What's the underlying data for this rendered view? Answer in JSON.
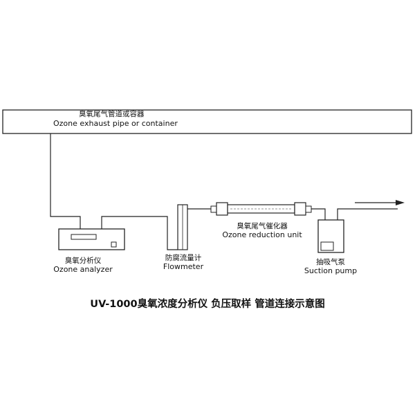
{
  "container": {
    "label_cn": "臭氧尾气管道或容器",
    "label_en": "Ozone exhaust pipe or container"
  },
  "analyzer": {
    "label_cn": "臭氧分析仪",
    "label_en": "Ozone analyzer"
  },
  "flowmeter": {
    "label_cn": "防腐流量计",
    "label_en": "Flowmeter"
  },
  "reduction_unit": {
    "label_cn": "臭氧尾气催化器",
    "label_en": "Ozone reduction unit"
  },
  "pump": {
    "label_cn": "抽吸气泵",
    "label_en": "Suction pump"
  },
  "caption": "UV-1000臭氧浓度分析仪 负压取样  管道连接示意图"
}
